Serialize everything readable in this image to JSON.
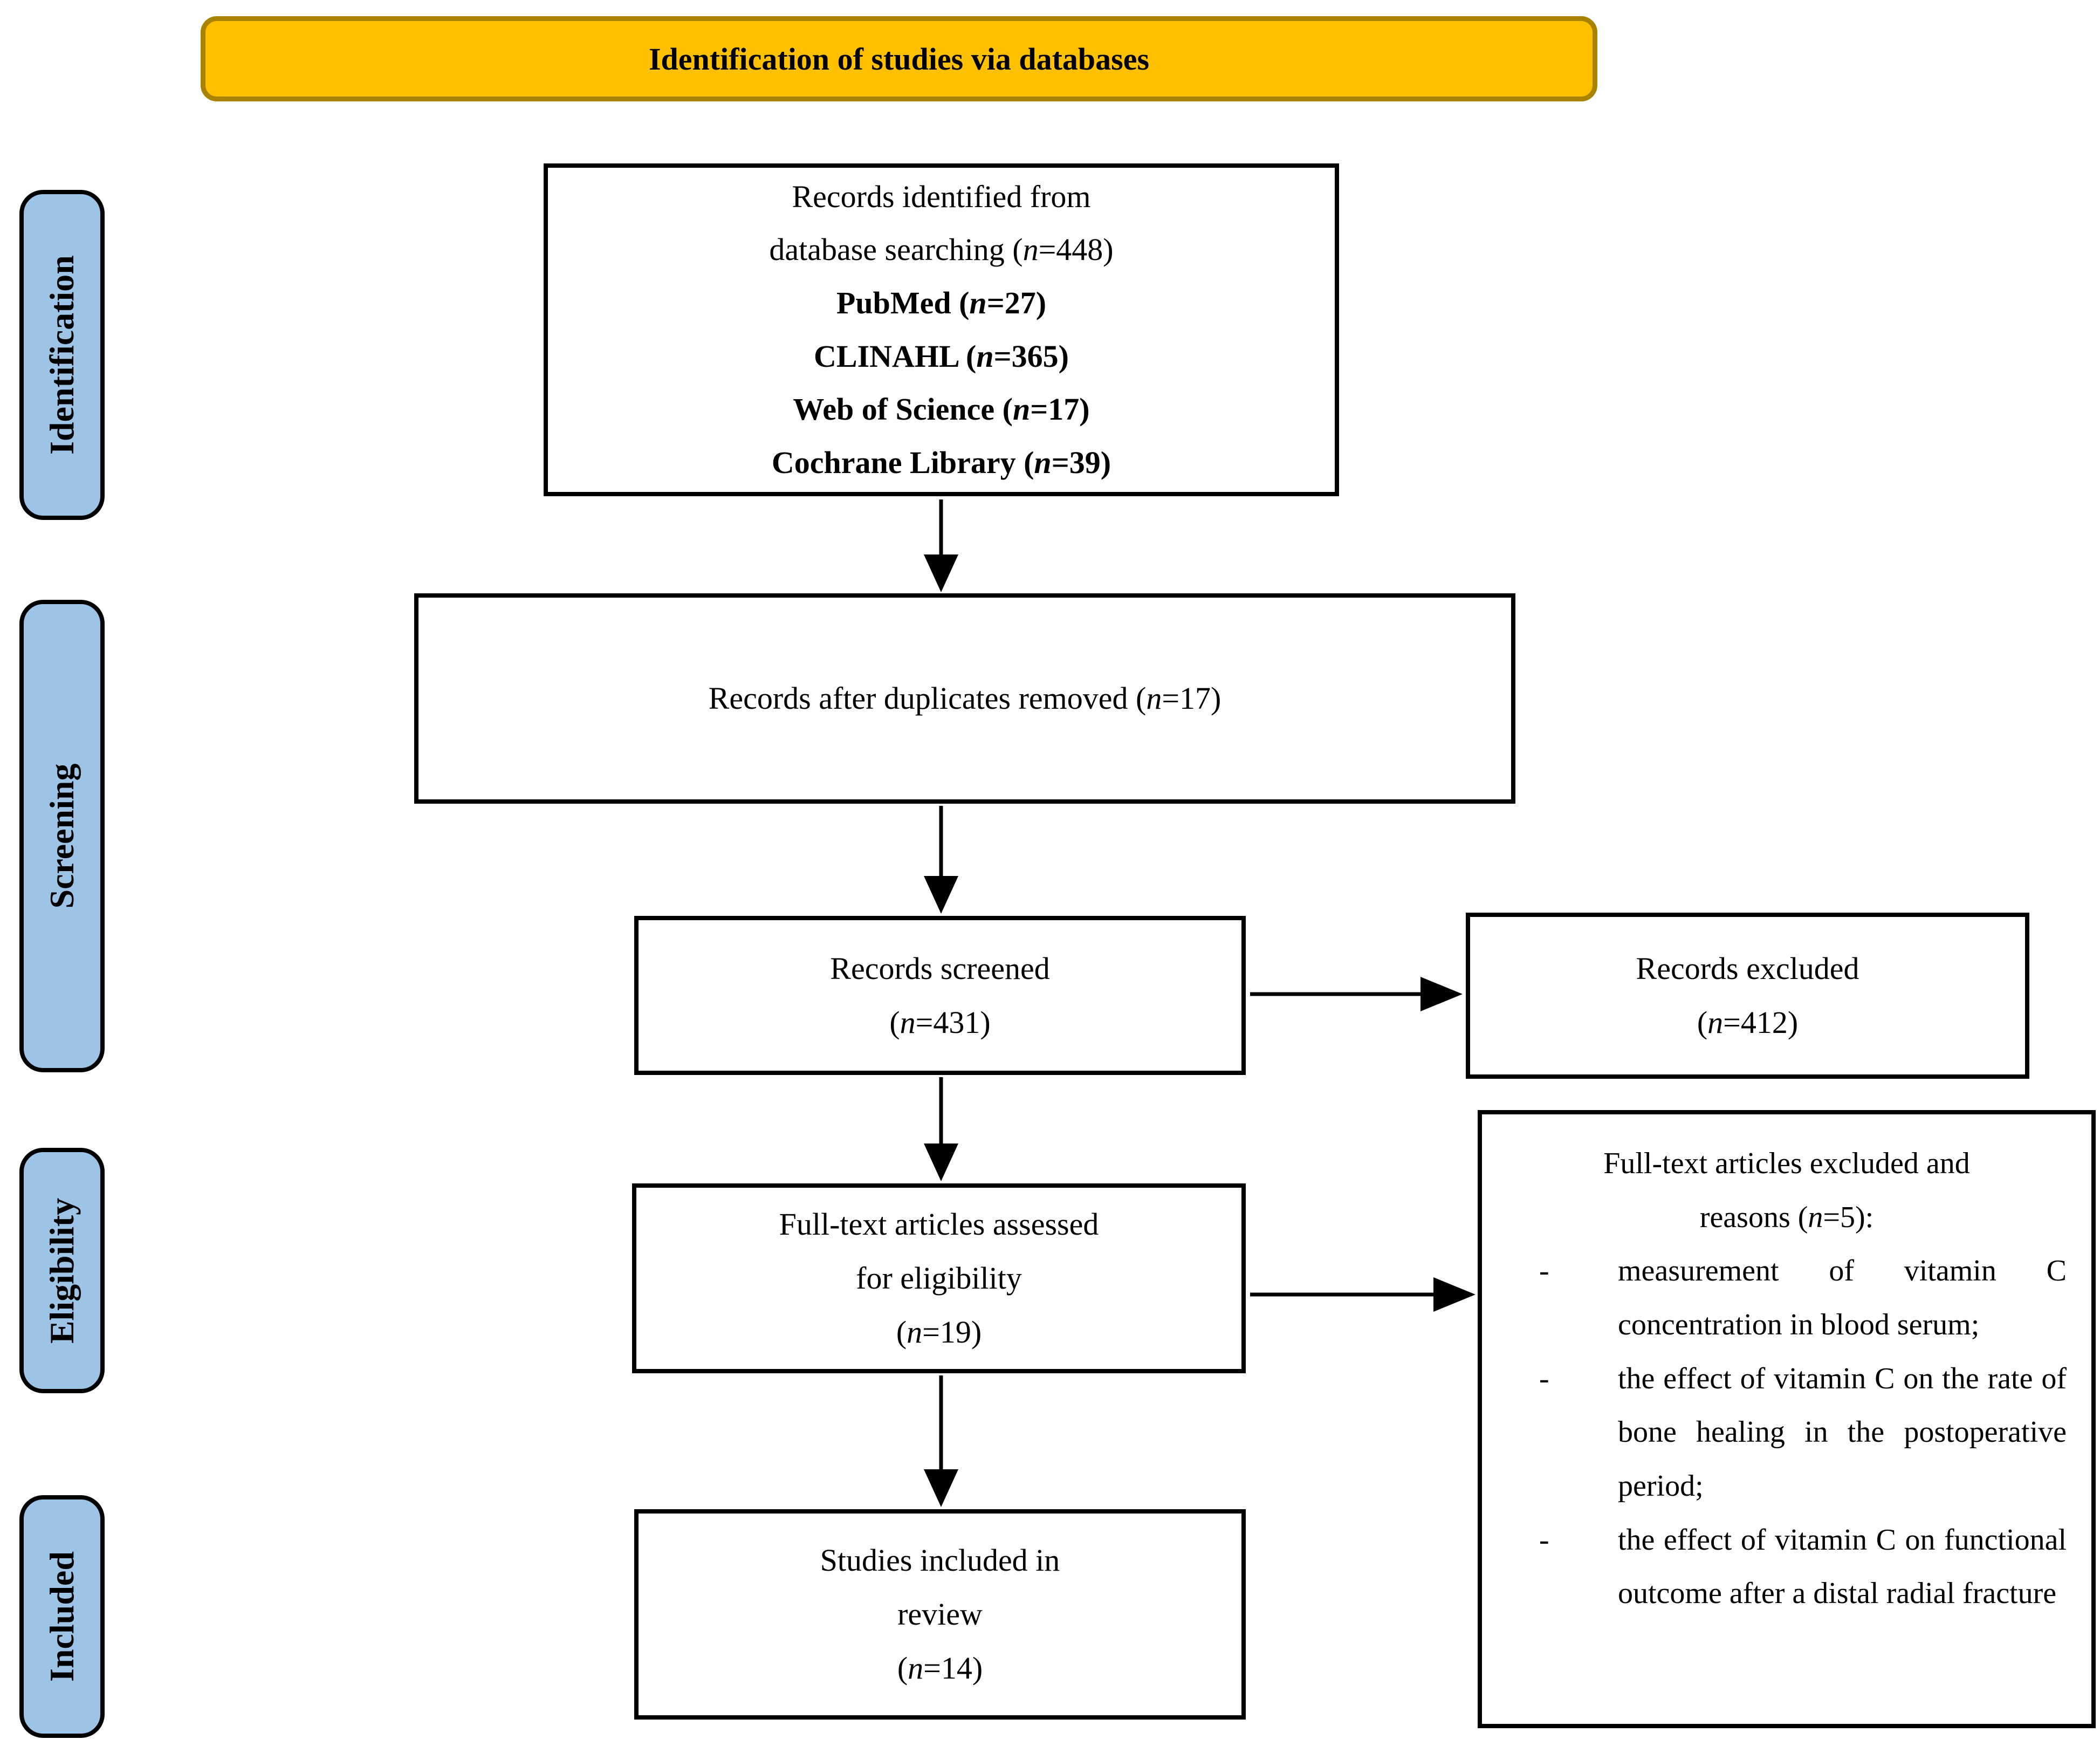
{
  "banner": {
    "title": "Identification of studies via databases"
  },
  "colors": {
    "banner_bg": "#FFC000",
    "banner_border": "#A98200",
    "stage_bg": "#9DC3E6",
    "ink": "#000000",
    "box_bg": "#FFFFFF",
    "page_bg": "#FFFFFF"
  },
  "stages": [
    {
      "label": "Identification"
    },
    {
      "label": "Screening"
    },
    {
      "label": "Eligibility"
    },
    {
      "label": "Included"
    }
  ],
  "boxes": {
    "identified": {
      "lines": [
        [
          {
            "t": "Records identified from"
          }
        ],
        [
          {
            "t": "database searching ("
          },
          {
            "t": "n",
            "i": true
          },
          {
            "t": "=448)"
          }
        ],
        [
          {
            "t": "PubMed (",
            "b": true
          },
          {
            "t": "n",
            "b": true,
            "i": true
          },
          {
            "t": "=27)",
            "b": true
          }
        ],
        [
          {
            "t": "CLINAHL (",
            "b": true
          },
          {
            "t": "n",
            "b": true,
            "i": true
          },
          {
            "t": "=365)",
            "b": true
          }
        ],
        [
          {
            "t": "Web of Science (",
            "b": true
          },
          {
            "t": "n",
            "b": true,
            "i": true
          },
          {
            "t": "=17)",
            "b": true
          }
        ],
        [
          {
            "t": "Cochrane Library (",
            "b": true
          },
          {
            "t": "n",
            "b": true,
            "i": true
          },
          {
            "t": "=39)",
            "b": true
          }
        ]
      ]
    },
    "deduplicated": {
      "lines": [
        [
          {
            "t": "Records after duplicates removed ("
          },
          {
            "t": "n",
            "i": true
          },
          {
            "t": "=17)"
          }
        ]
      ]
    },
    "screened": {
      "lines": [
        [
          {
            "t": "Records screened"
          }
        ],
        [
          {
            "t": "("
          },
          {
            "t": "n",
            "i": true
          },
          {
            "t": "=431)"
          }
        ]
      ]
    },
    "excluded": {
      "lines": [
        [
          {
            "t": "Records excluded"
          }
        ],
        [
          {
            "t": "("
          },
          {
            "t": "n",
            "i": true
          },
          {
            "t": "=412)"
          }
        ]
      ]
    },
    "fulltext": {
      "lines": [
        [
          {
            "t": "Full-text articles assessed"
          }
        ],
        [
          {
            "t": "for eligibility"
          }
        ],
        [
          {
            "t": "("
          },
          {
            "t": "n",
            "i": true
          },
          {
            "t": "=19)"
          }
        ]
      ]
    },
    "included_review": {
      "lines": [
        [
          {
            "t": "Studies included in"
          }
        ],
        [
          {
            "t": "review"
          }
        ],
        [
          {
            "t": "("
          },
          {
            "t": "n",
            "i": true
          },
          {
            "t": "=14)"
          }
        ]
      ]
    },
    "reasons": {
      "title_lines": [
        [
          {
            "t": "Full-text articles excluded and"
          }
        ],
        [
          {
            "t": "reasons ("
          },
          {
            "t": "n",
            "i": true
          },
          {
            "t": "=5):"
          }
        ]
      ],
      "bullets": {
        "marker": "-",
        "items": [
          "measurement of vitamin C concentration in blood serum;",
          "the effect of vitamin C on the rate of bone healing in the postoperative period;",
          "the effect of vitamin C on functional outcome after a distal radial fracture"
        ]
      }
    }
  }
}
